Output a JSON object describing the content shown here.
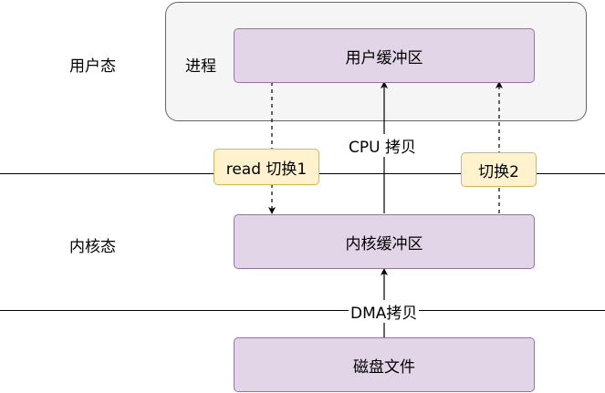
{
  "zones": {
    "user_mode": "用户态",
    "kernel_mode": "内核态"
  },
  "process": {
    "label": "进程",
    "user_buffer": "用户缓冲区"
  },
  "kernel_buffer": "内核缓冲区",
  "disk_file": "磁盘文件",
  "switches": {
    "read_switch": "read 切换1",
    "switch2": "切换2"
  },
  "copies": {
    "cpu_copy": "CPU 拷贝",
    "dma_copy": "DMA拷贝"
  },
  "colors": {
    "purple_fill": "#e1d5e7",
    "purple_stroke": "#9673a6",
    "yellow_fill": "#fff2cc",
    "yellow_stroke": "#d6b656",
    "process_fill": "#f5f5f5"
  }
}
